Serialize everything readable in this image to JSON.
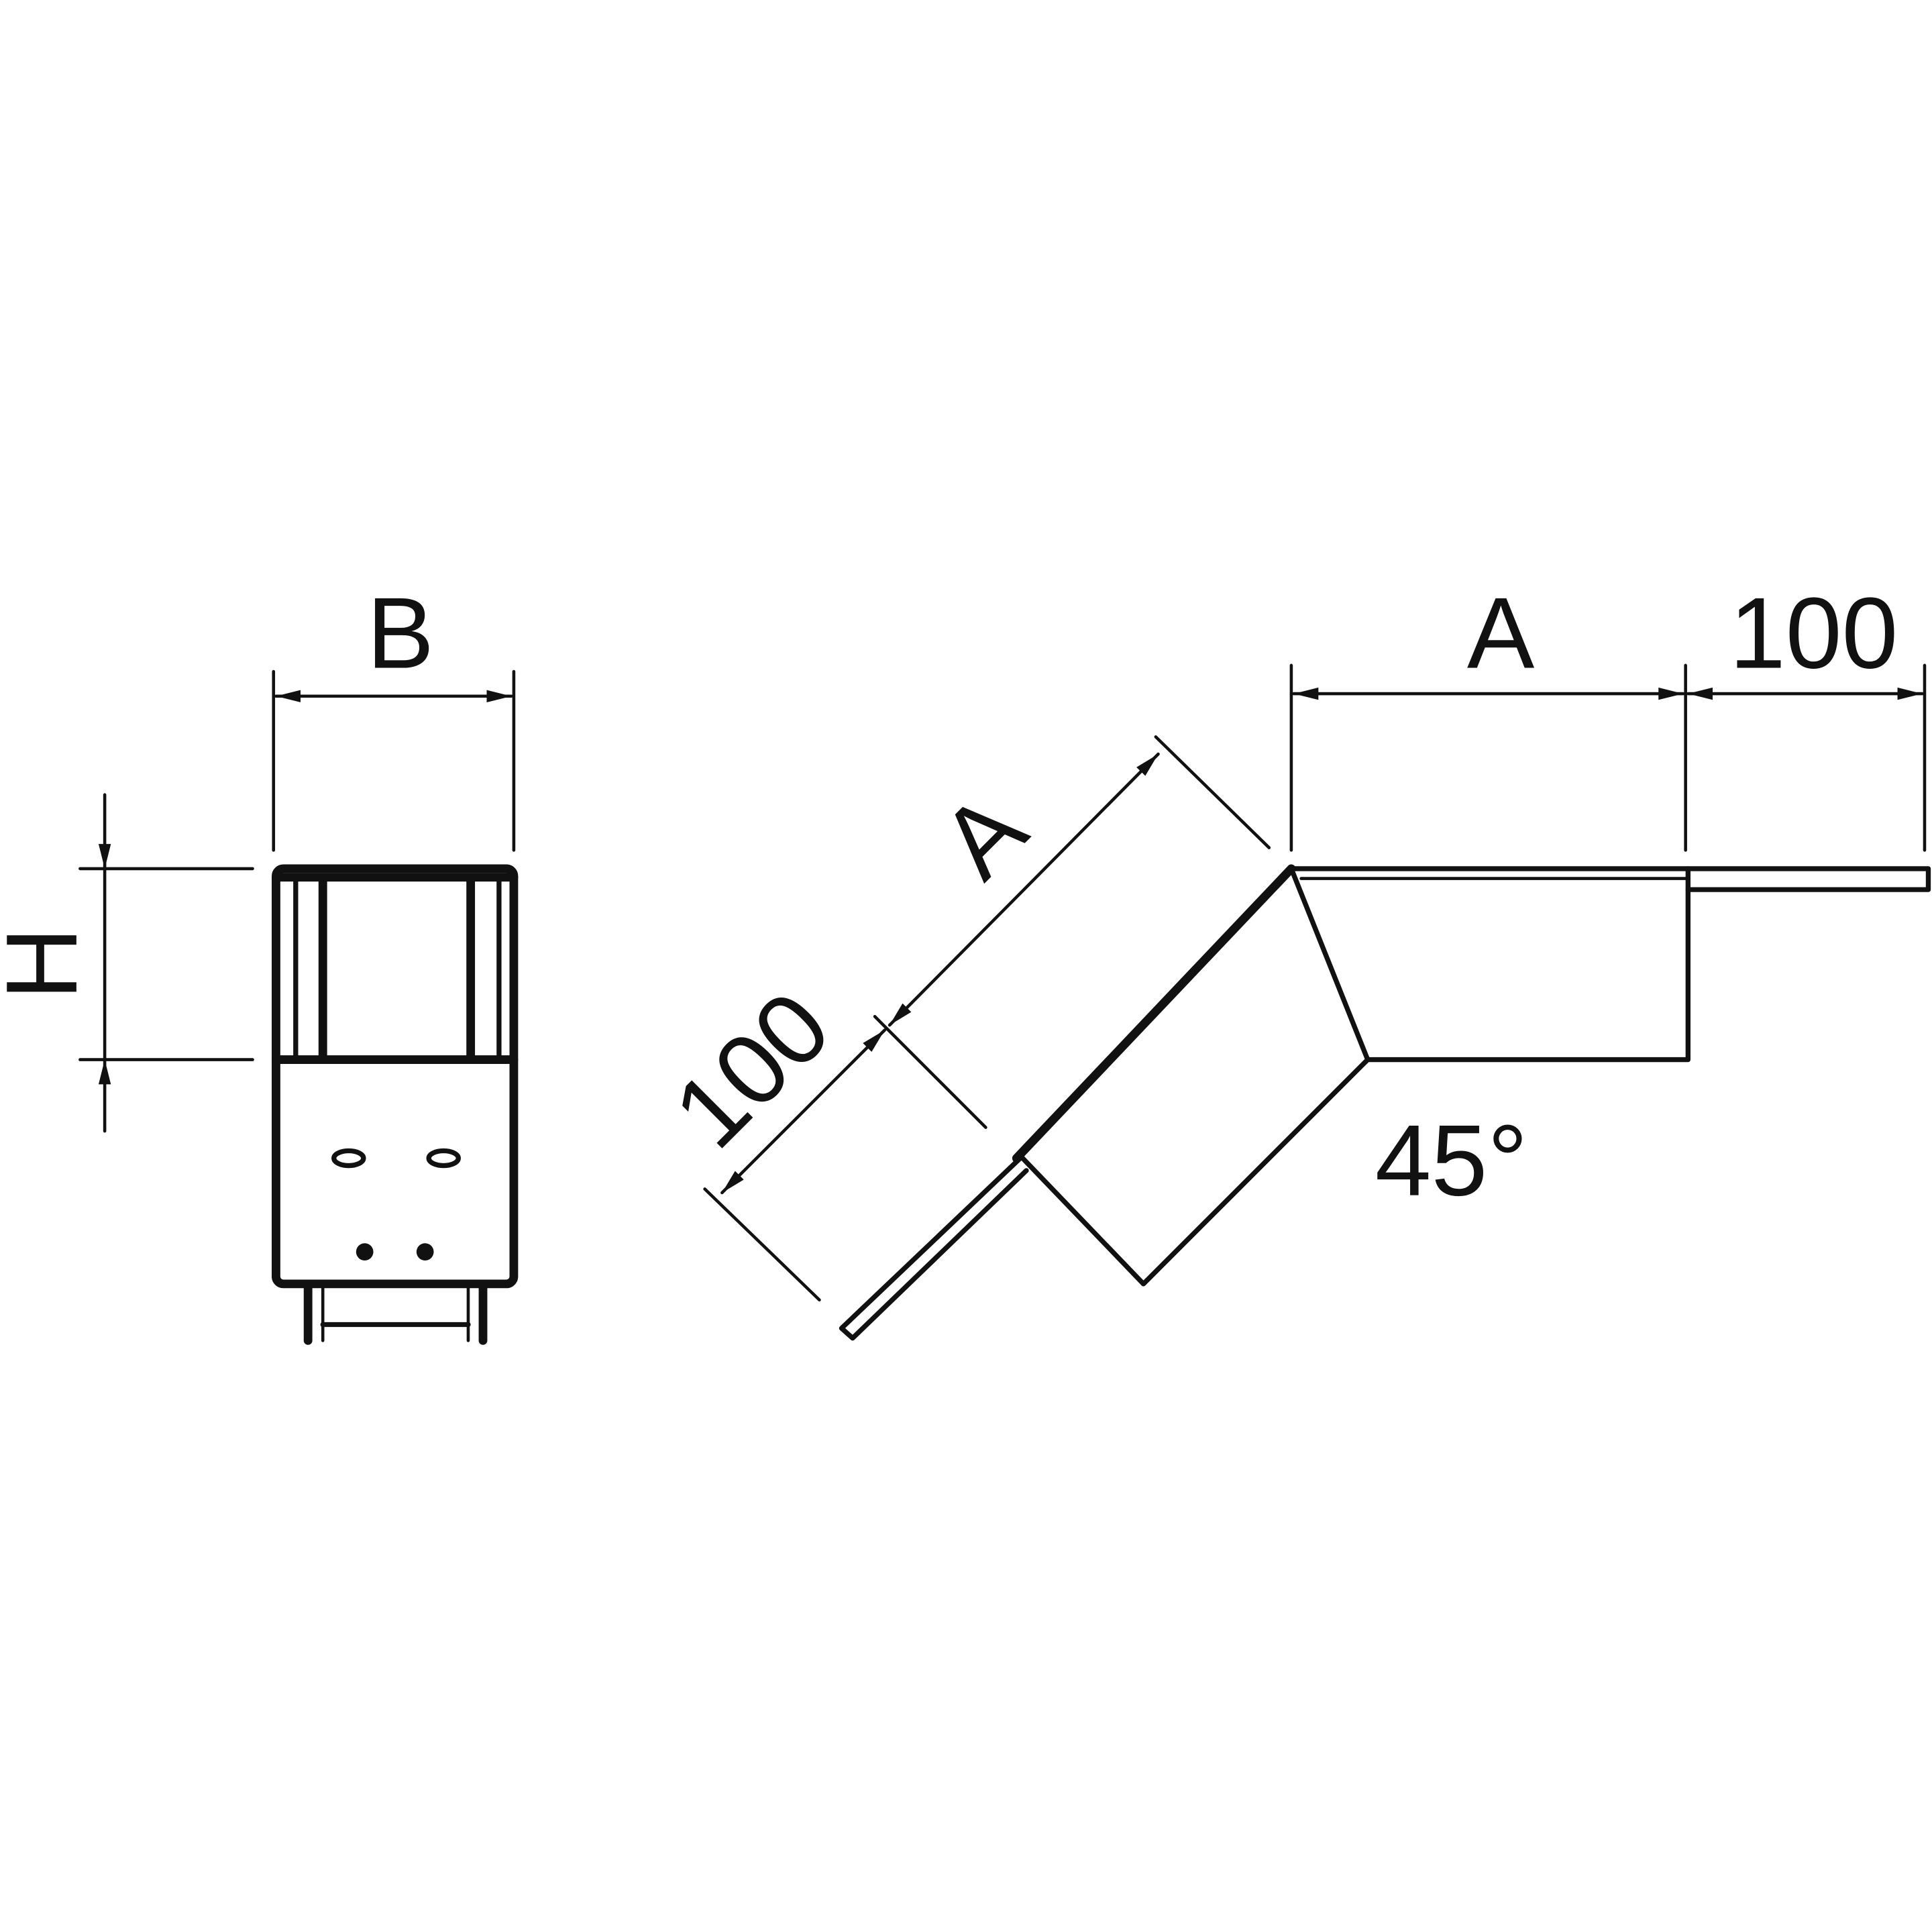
{
  "drawing": {
    "colors": {
      "line": "#111111",
      "background": "#ffffff"
    },
    "side_view": {
      "width_label": "B",
      "height_label": "H"
    },
    "top_view": {
      "length_label_horizontal": "A",
      "extension_label_horizontal": "100",
      "length_label_diagonal": "A",
      "extension_label_diagonal": "100",
      "angle_label": "45°"
    }
  }
}
